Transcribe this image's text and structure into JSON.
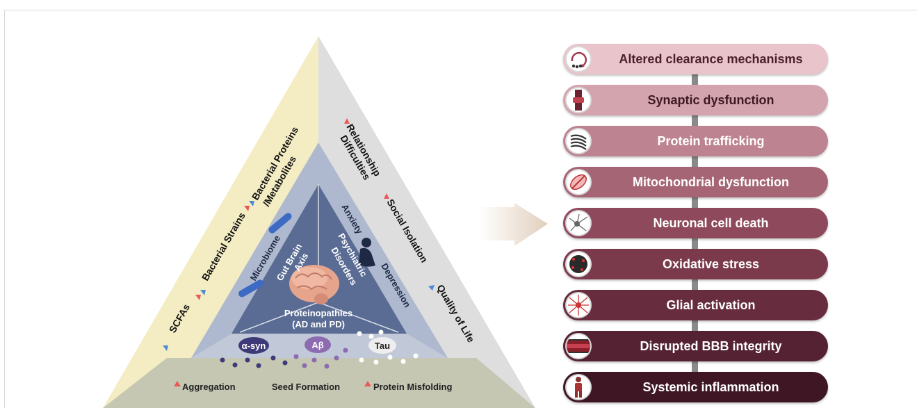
{
  "triangle": {
    "left_face": {
      "items": [
        "SCFAs",
        "Bacterial Strains",
        "Bacterial Proteins",
        "/Metabolites"
      ]
    },
    "right_face": {
      "items": [
        "Relationship",
        "Difficulties",
        "Social Isolation",
        "Quality of Life"
      ]
    },
    "inner": {
      "microbiome": "Microbiome",
      "gut_brain_axis": [
        "Gut Brain",
        "Axis"
      ],
      "psychiatric_disorders": [
        "Psychiatric",
        "Disorders"
      ],
      "anxiety": "Anxiety",
      "depression": "Depression",
      "proteinopathies": [
        "Proteinopathies",
        "(AD and PD)"
      ]
    },
    "proteins": [
      "α-syn",
      "Aβ",
      "Tau"
    ],
    "bottom": {
      "aggregation": "Aggregation",
      "seed_formation": "Seed Formation",
      "protein_misfolding": "Protein Misfolding"
    }
  },
  "pathways": [
    {
      "label": "Altered clearance mechanisms",
      "icon": "recycle-icon",
      "bg": "#e9c4cb",
      "color": "#4a1f2a"
    },
    {
      "label": "Synaptic dysfunction",
      "icon": "synapse-icon",
      "bg": "#d3a4ae",
      "color": "#3e1822"
    },
    {
      "label": "Protein trafficking",
      "icon": "golgi-icon",
      "bg": "#bd8390",
      "color": "#ffffff"
    },
    {
      "label": "Mitochondrial dysfunction",
      "icon": "mitochondria-icon",
      "bg": "#a66575",
      "color": "#ffffff"
    },
    {
      "label": "Neuronal cell death",
      "icon": "neuron-icon",
      "bg": "#8e4a5c",
      "color": "#ffffff"
    },
    {
      "label": "Oxidative stress",
      "icon": "cell-stress-icon",
      "bg": "#7a3a4c",
      "color": "#ffffff"
    },
    {
      "label": "Glial activation",
      "icon": "microglia-icon",
      "bg": "#672c3e",
      "color": "#ffffff"
    },
    {
      "label": "Disrupted BBB integrity",
      "icon": "blood-vessel-icon",
      "bg": "#542232",
      "color": "#ffffff"
    },
    {
      "label": "Systemic inflammation",
      "icon": "human-body-icon",
      "bg": "#3f1724",
      "color": "#ffffff"
    }
  ]
}
